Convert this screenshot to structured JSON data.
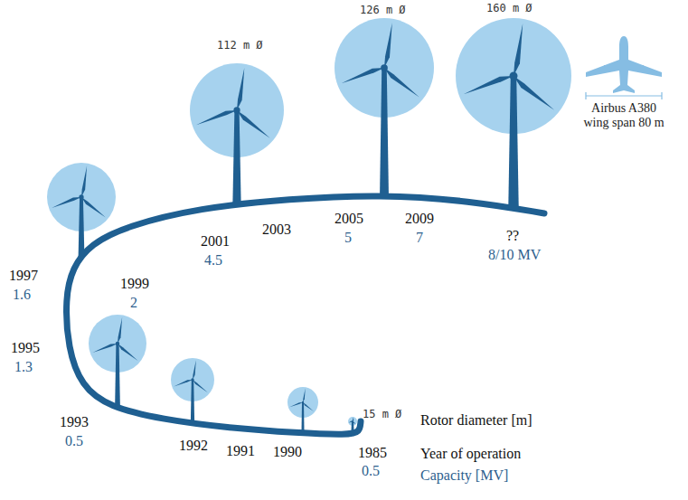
{
  "diagram": {
    "labels": [
      "160 m Ø",
      "126 m Ø",
      "112 m Ø",
      "Airbus A380 wing span 80 m",
      "1997",
      "1.6",
      "1999",
      "2",
      "2001",
      "4.5",
      "2003",
      "2005",
      "5",
      "2009",
      "7",
      "??",
      "8/10 MV",
      "1995",
      "1.3",
      "1993",
      "0.5",
      "1992",
      "1991",
      "1990",
      "15 m Ø",
      "Rotor diameter [m]",
      "1985",
      "0.5",
      "Year of operation",
      "Capacity [MV]"
    ]
  }
}
